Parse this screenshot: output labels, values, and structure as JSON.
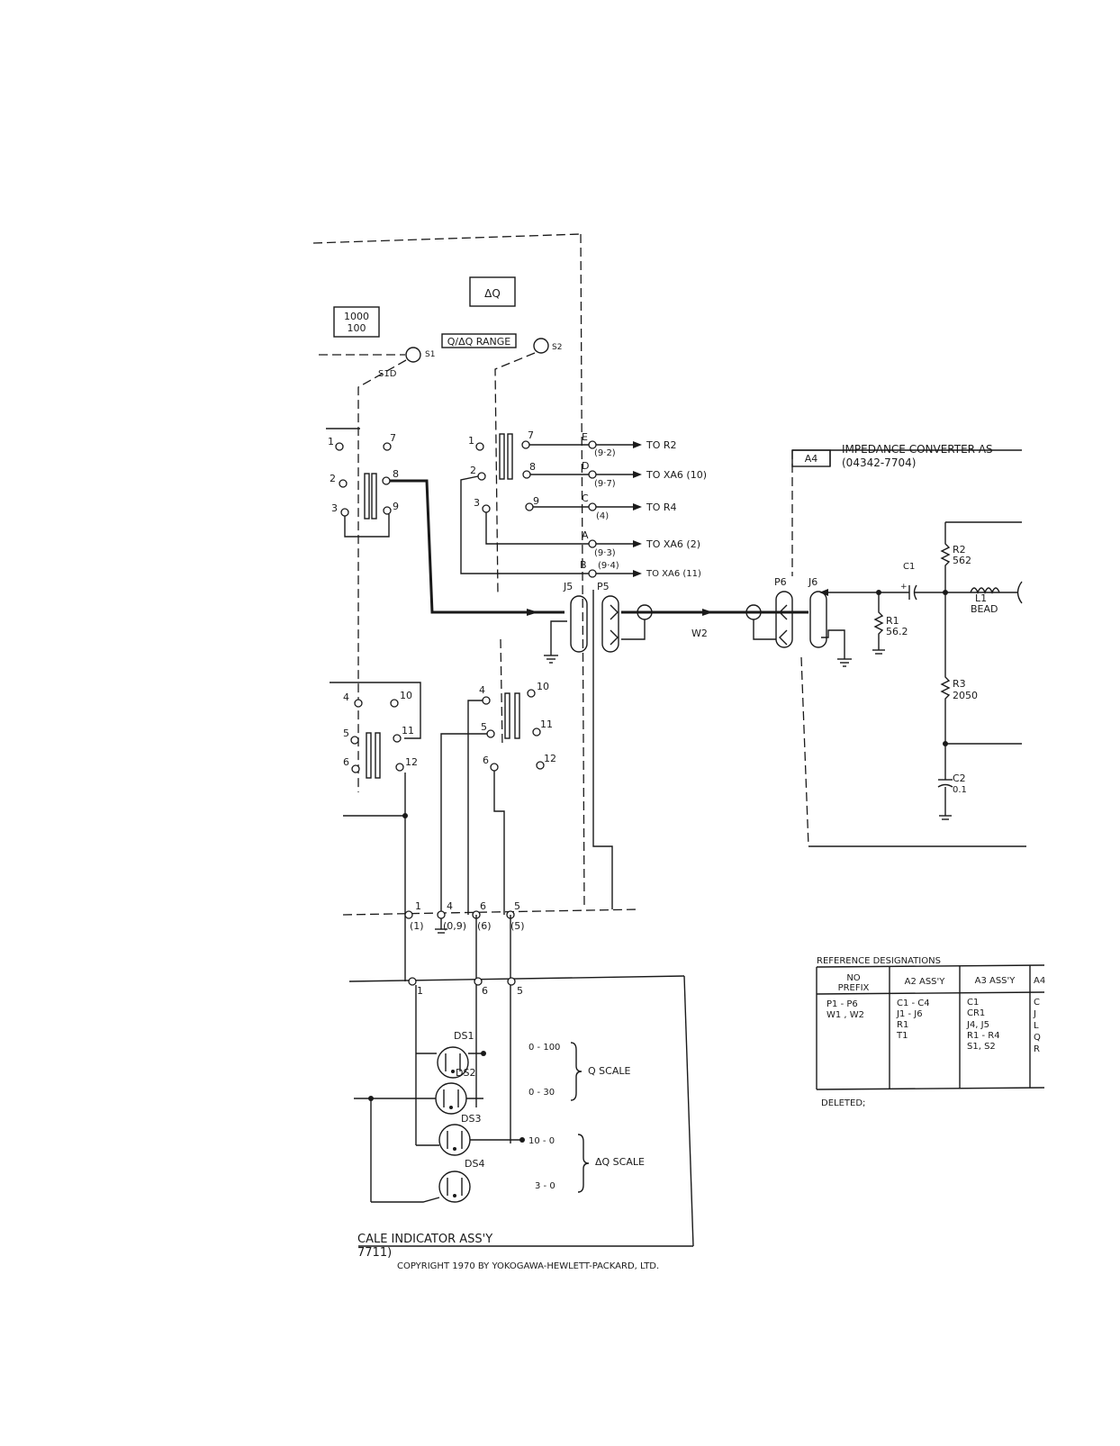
{
  "switches": {
    "dq_label": "ΔQ",
    "range_1000": "1000",
    "range_100": "100",
    "range_label": "Q/ΔQ RANGE",
    "s1": "S1",
    "s2": "S2",
    "s1d": "S1D"
  },
  "pins": {
    "p1": "1",
    "p2": "2",
    "p3": "3",
    "p4": "4",
    "p5": "5",
    "p6": "6",
    "p7": "7",
    "p8": "8",
    "p9": "9",
    "p10": "10",
    "p11": "11",
    "p12": "12"
  },
  "terminals": [
    {
      "letter": "E",
      "ref": "(9·2)",
      "dest": "TO R2"
    },
    {
      "letter": "D",
      "ref": "(9·7)",
      "dest": "TO XA6 (10)"
    },
    {
      "letter": "C",
      "ref": "(4)",
      "dest": "TO R4"
    },
    {
      "letter": "A",
      "ref": "(9·3)",
      "dest": "TO XA6 (2)"
    },
    {
      "letter": "B",
      "ref": "(9·4)",
      "dest": "TO XA6 (11)"
    }
  ],
  "connectors": {
    "j5": "J5",
    "p5": "P5",
    "w2": "W2",
    "p6": "P6",
    "j6": "J6"
  },
  "a4": {
    "tag": "A4",
    "title": "IMPEDANCE CONVERTER AS",
    "part": "(04342-7704)",
    "c1": "C1",
    "r1": "R1",
    "r1_val": "56.2",
    "r2": "R2",
    "r2_val": "562",
    "l1": "L1",
    "l1_val": "BEAD",
    "r3": "R3",
    "r3_val": "2050",
    "c2": "C2",
    "c2_val": "0.1"
  },
  "bus": {
    "n1": "1",
    "n4": "4",
    "n6": "6",
    "n5": "5",
    "r1": "(1)",
    "r4": "(0,9)",
    "r6": "(6)",
    "r5": "(5)",
    "lower1": "1",
    "lower6": "6",
    "lower5": "5"
  },
  "scale": {
    "ds1": "DS1",
    "ds2": "DS2",
    "ds3": "DS3",
    "ds4": "DS4",
    "q1": "0 - 100",
    "q2": "0 - 30",
    "q_label": "Q SCALE",
    "dq1": "10 - 0",
    "dq2": "3 - 0",
    "dq_label": "ΔQ SCALE",
    "assy": "CALE INDICATOR ASS'Y",
    "assy_part": "7711)"
  },
  "copyright": "COPYRIGHT 1970 BY YOKOGAWA-HEWLETT-PACKARD, LTD.",
  "refs": {
    "title": "REFERENCE DESIGNATIONS",
    "h1a": "NO",
    "h1b": "PREFIX",
    "h2": "A2 ASS'Y",
    "h3": "A3 ASS'Y",
    "h4": "A4",
    "c1": [
      "P1 - P6",
      "W1 , W2"
    ],
    "c2": [
      "C1 - C4",
      "J1 - J6",
      "R1",
      "T1"
    ],
    "c3": [
      "C1",
      "CR1",
      "J4, J5",
      "R1 - R4",
      "S1, S2"
    ],
    "c4": [
      "C",
      "J",
      "L",
      "Q",
      "R"
    ],
    "deleted": "DELETED;"
  }
}
